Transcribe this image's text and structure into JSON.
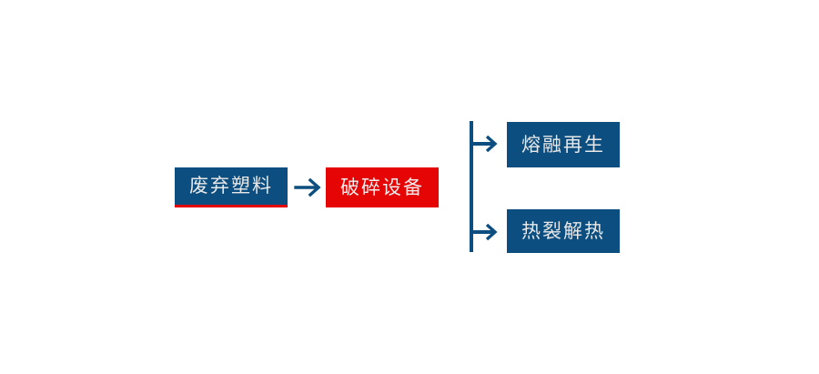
{
  "diagram": {
    "type": "process-flow",
    "orientation": "left-to-right",
    "colors": {
      "primary_blue": "#0c4e7f",
      "accent_red": "#e60505",
      "node_text": "#e8e8e8",
      "connector": "#0c4e7f",
      "background": "#ffffff"
    },
    "nodes": [
      {
        "id": "input",
        "label": "废弃塑料",
        "role": "input",
        "fill": "#0c4e7f",
        "accent_border": "#e60505"
      },
      {
        "id": "process",
        "label": "破碎设备",
        "role": "process",
        "fill": "#e60505",
        "accent_border": null
      },
      {
        "id": "output-top",
        "label": "熔融再生",
        "role": "output",
        "fill": "#0c4e7f",
        "accent_border": null
      },
      {
        "id": "output-bottom",
        "label": "热裂解热",
        "role": "output",
        "fill": "#0c4e7f",
        "accent_border": null
      }
    ],
    "connectors": [
      {
        "id": "main-arrow",
        "kind": "arrow",
        "from": "input",
        "to": "process"
      },
      {
        "id": "branch-split",
        "kind": "bracket-split",
        "from": "process",
        "to": [
          "output-top",
          "output-bottom"
        ],
        "branches": 2
      }
    ]
  }
}
